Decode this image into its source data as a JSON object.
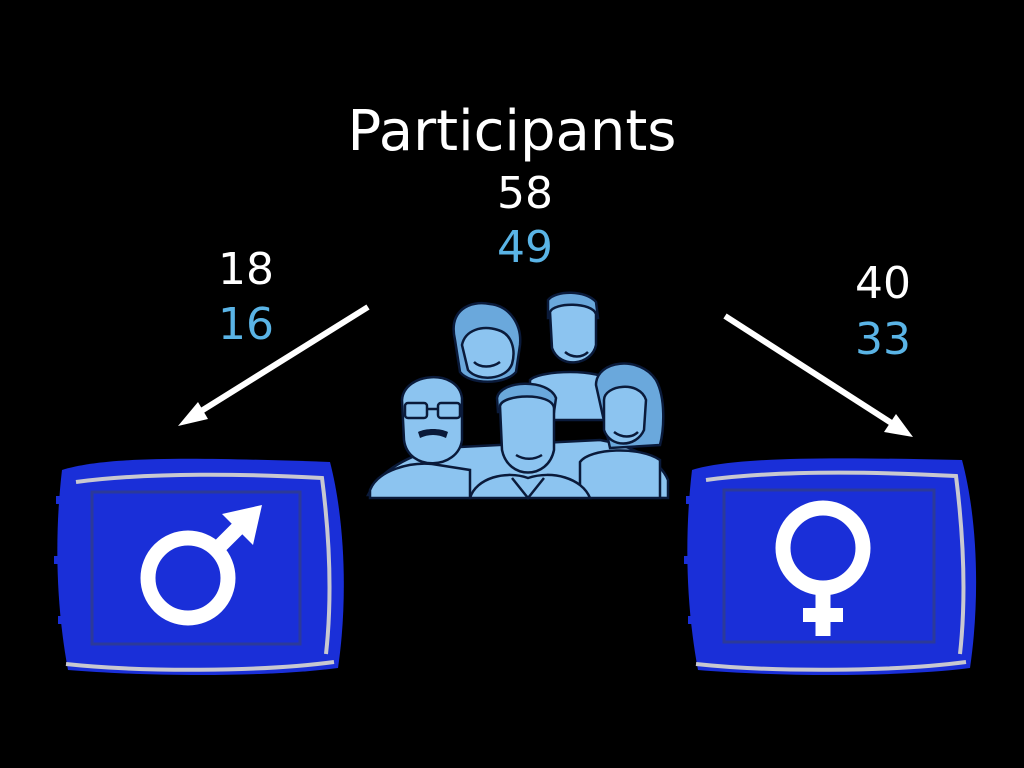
{
  "title": "Participants",
  "total": {
    "count_top": "58",
    "count_bottom": "49"
  },
  "male": {
    "count_top": "18",
    "count_bottom": "16"
  },
  "female": {
    "count_top": "40",
    "count_bottom": "33"
  },
  "colors": {
    "background": "#000000",
    "primary_text": "#ffffff",
    "secondary_text": "#5ab4e6",
    "symbol_panel": "#1a2fd8",
    "people_fill": "#8cc4f0"
  },
  "icons": [
    "people-group-icon",
    "male-symbol-icon",
    "female-symbol-icon",
    "arrow-left-down-icon",
    "arrow-right-down-icon"
  ]
}
